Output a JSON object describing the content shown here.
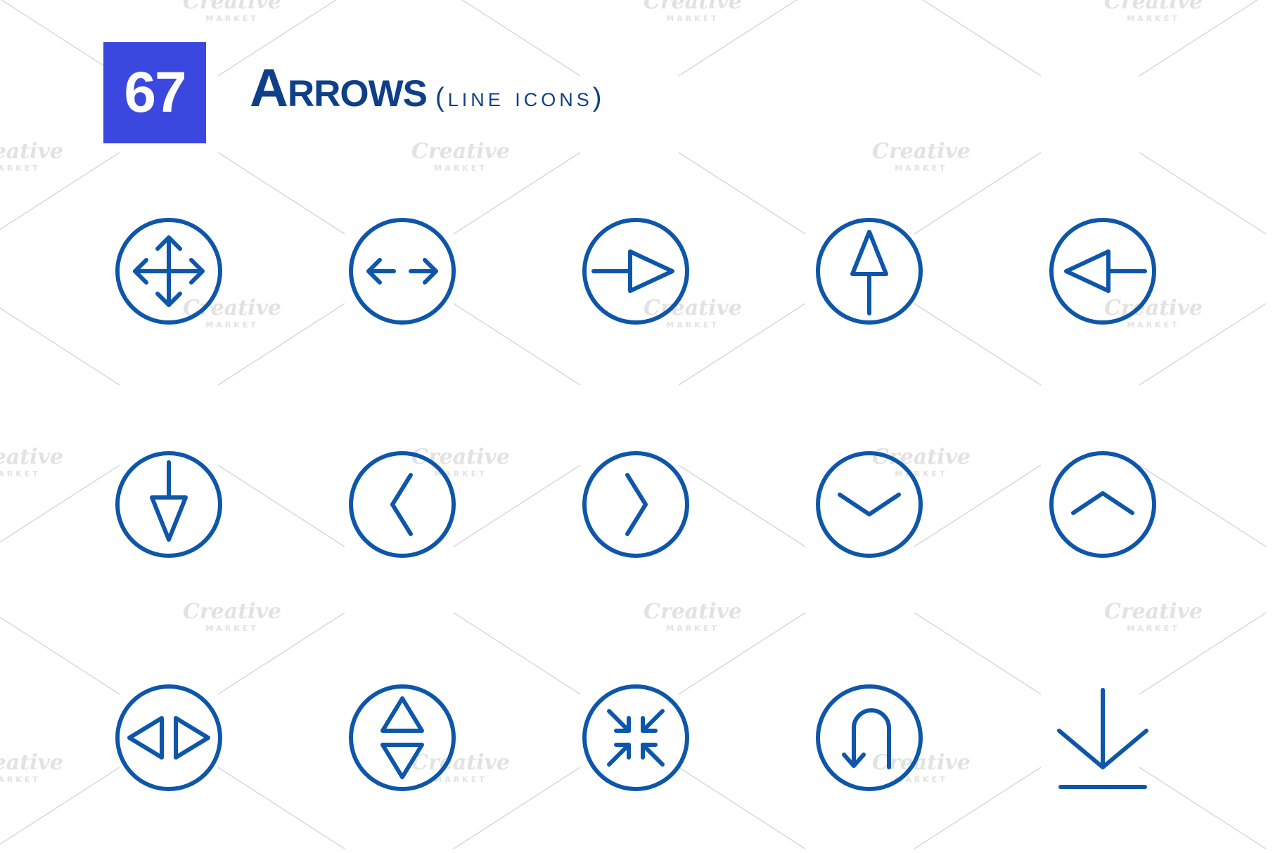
{
  "header": {
    "count": "67",
    "title": "Arrows",
    "subtitle": "(line icons)"
  },
  "watermark": {
    "text": "Creative",
    "subtext": "MARKET"
  },
  "colors": {
    "accent": "#3b48e0",
    "title": "#0f3f88",
    "icon_stroke": "#0d56aa",
    "watermark_line": "#d7d7d7",
    "watermark_text": "#e2e2e2"
  },
  "icons": [
    {
      "name": "move-all-directions-icon"
    },
    {
      "name": "left-right-arrows-icon"
    },
    {
      "name": "arrow-right-triangle-icon"
    },
    {
      "name": "arrow-up-triangle-icon"
    },
    {
      "name": "arrow-left-triangle-icon"
    },
    {
      "name": "arrow-down-triangle-icon"
    },
    {
      "name": "chevron-left-icon"
    },
    {
      "name": "chevron-right-icon"
    },
    {
      "name": "chevron-down-icon"
    },
    {
      "name": "chevron-up-icon"
    },
    {
      "name": "left-right-triangles-icon"
    },
    {
      "name": "up-down-triangles-icon"
    },
    {
      "name": "collapse-arrows-icon"
    },
    {
      "name": "u-turn-arrow-icon"
    },
    {
      "name": "download-arrow-icon"
    }
  ]
}
